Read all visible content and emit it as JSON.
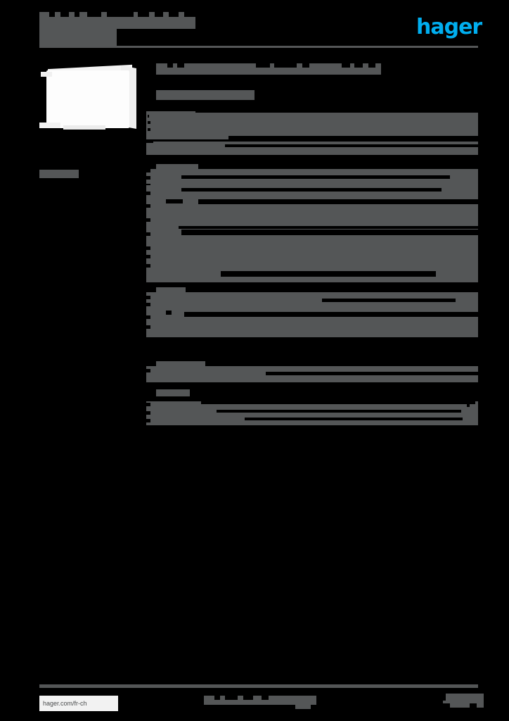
{
  "document": {
    "kind": "product-datasheet",
    "brand": "hager",
    "redacted": true,
    "page_background": "#000000",
    "redaction_color": "#545657",
    "accent_color": "#00AEEF"
  },
  "header": {
    "logo_text": "hager",
    "title_line_1": "",
    "title_line_2": "",
    "rule": true
  },
  "left_column": {
    "product_image_alt": "",
    "caption": ""
  },
  "main": {
    "section_title": "",
    "tables": [
      {
        "heading": "",
        "rows": [
          {
            "label": "",
            "value": ""
          },
          {
            "label": "",
            "value": ""
          },
          {
            "label": "",
            "value": ""
          },
          {
            "label": "",
            "value": ""
          }
        ]
      },
      {
        "heading": "",
        "rows": [
          {
            "label": "",
            "value": ""
          },
          {
            "label": "",
            "value": ""
          },
          {
            "label": "",
            "value": ""
          },
          {
            "label": "",
            "value": ""
          },
          {
            "label": "",
            "value": ""
          },
          {
            "label": "",
            "value": ""
          },
          {
            "label": "",
            "value": ""
          },
          {
            "label": "",
            "value": ""
          },
          {
            "label": "",
            "value": ""
          },
          {
            "label": "",
            "value": ""
          }
        ]
      },
      {
        "heading": "",
        "rows": [
          {
            "label": "",
            "value": ""
          },
          {
            "label": "",
            "value": ""
          },
          {
            "label": "",
            "value": ""
          },
          {
            "label": "",
            "value": ""
          }
        ]
      },
      {
        "heading": "",
        "rows": [
          {
            "label": "",
            "value": ""
          },
          {
            "label": "",
            "value": ""
          }
        ]
      },
      {
        "heading": "",
        "rows": [
          {
            "label": "",
            "value": ""
          },
          {
            "label": "",
            "value": ""
          },
          {
            "label": "",
            "value": ""
          }
        ]
      }
    ]
  },
  "footer": {
    "url": "hager.com/fr-ch",
    "center_note": "",
    "page_number": ""
  }
}
